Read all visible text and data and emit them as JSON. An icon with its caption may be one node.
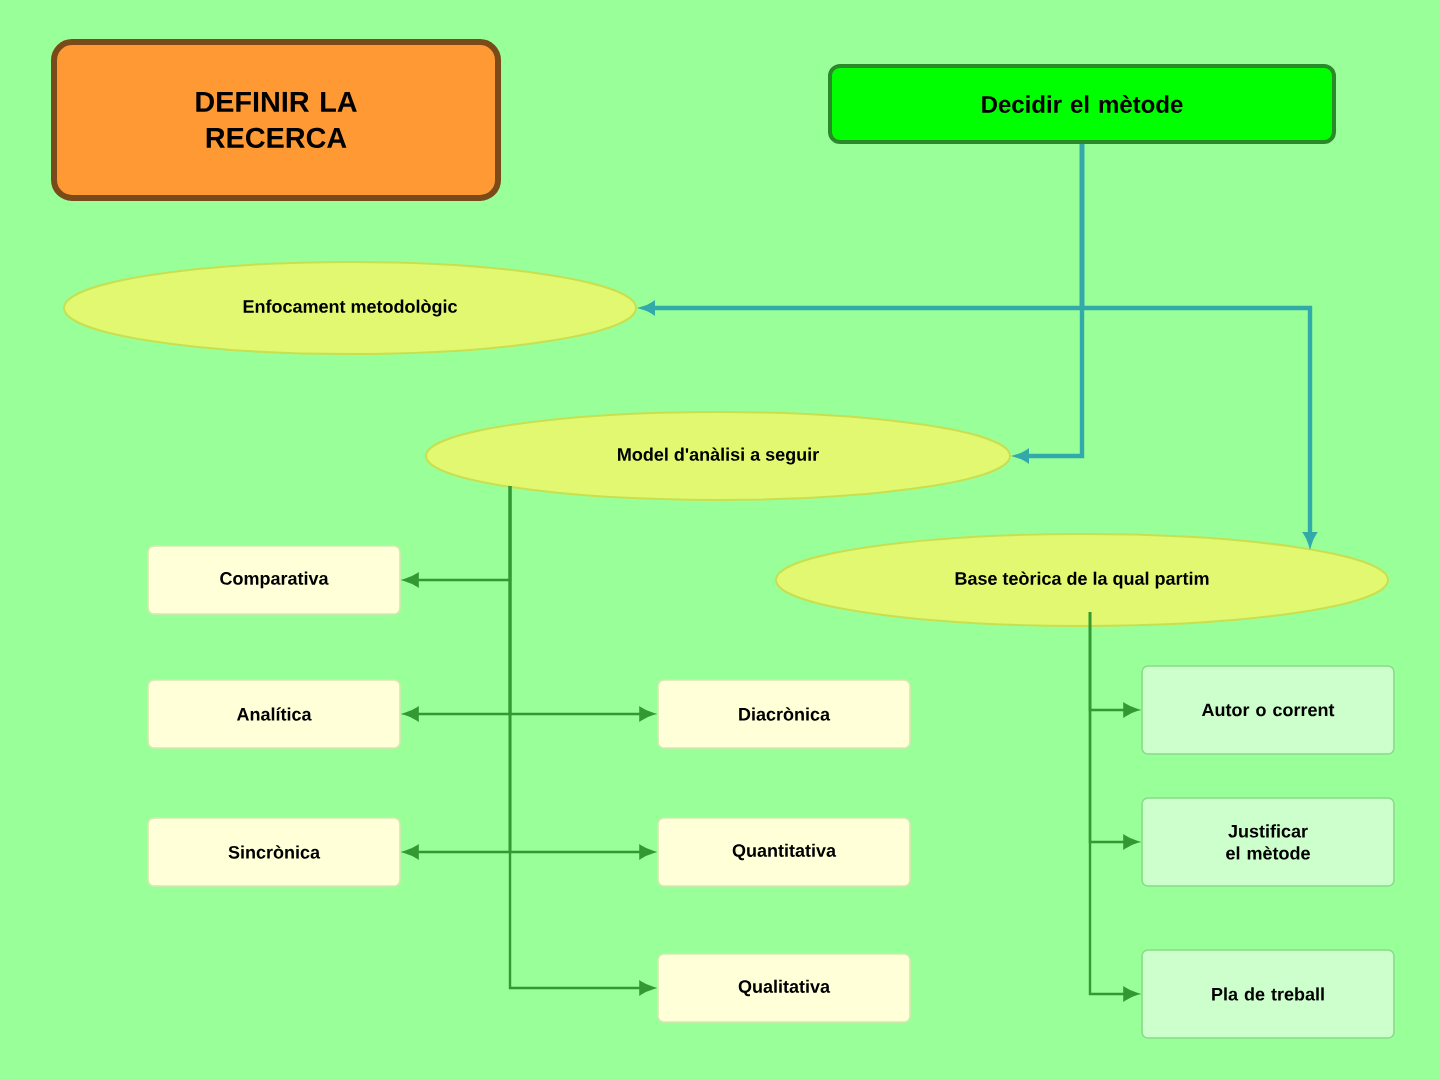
{
  "diagram": {
    "nodes": [
      {
        "text": [
          "DEFINIR LA RECERCA"
        ]
      },
      {
        "text": [
          "Decidir el mètode"
        ]
      },
      {
        "text": [
          "Enfocament metodològic"
        ]
      },
      {
        "text": [
          "Model d'anàlisi a seguir"
        ]
      },
      {
        "text": [
          "Comparativa"
        ]
      },
      {
        "text": [
          "Base teòrica de la qual partim"
        ]
      },
      {
        "text": [
          "Analítica"
        ]
      },
      {
        "text": [
          "Diacrònica"
        ]
      },
      {
        "text": [
          "Autor o corrent"
        ]
      },
      {
        "text": [
          "Sincrònica"
        ]
      },
      {
        "text": [
          "Quantitativa"
        ]
      },
      {
        "text": [
          "Justificar el mètode"
        ]
      },
      {
        "text": [
          "Qualitativa"
        ]
      },
      {
        "text": [
          "Pla de treball"
        ]
      }
    ],
    "edges": [
      {
        "from": 1,
        "to": 2,
        "arrow": "to",
        "color": "#33aaaa"
      },
      {
        "from": 1,
        "to": 3,
        "arrow": "to",
        "color": "#33aaaa"
      },
      {
        "from": 1,
        "to": 5,
        "arrow": "to",
        "color": "#33aaaa"
      },
      {
        "from": 3,
        "to": 4,
        "arrow": "to"
      },
      {
        "from": 3,
        "to": 6,
        "arrow": "to"
      },
      {
        "from": 3,
        "to": 7,
        "arrow": "to"
      },
      {
        "from": 3,
        "to": 9,
        "arrow": "to"
      },
      {
        "from": 3,
        "to": 10,
        "arrow": "to"
      },
      {
        "from": 3,
        "to": 12,
        "arrow": "to"
      },
      {
        "from": 5,
        "to": 8,
        "arrow": "to"
      },
      {
        "from": 5,
        "to": 11,
        "arrow": "to"
      },
      {
        "from": 5,
        "to": 13,
        "arrow": "to"
      }
    ]
  }
}
